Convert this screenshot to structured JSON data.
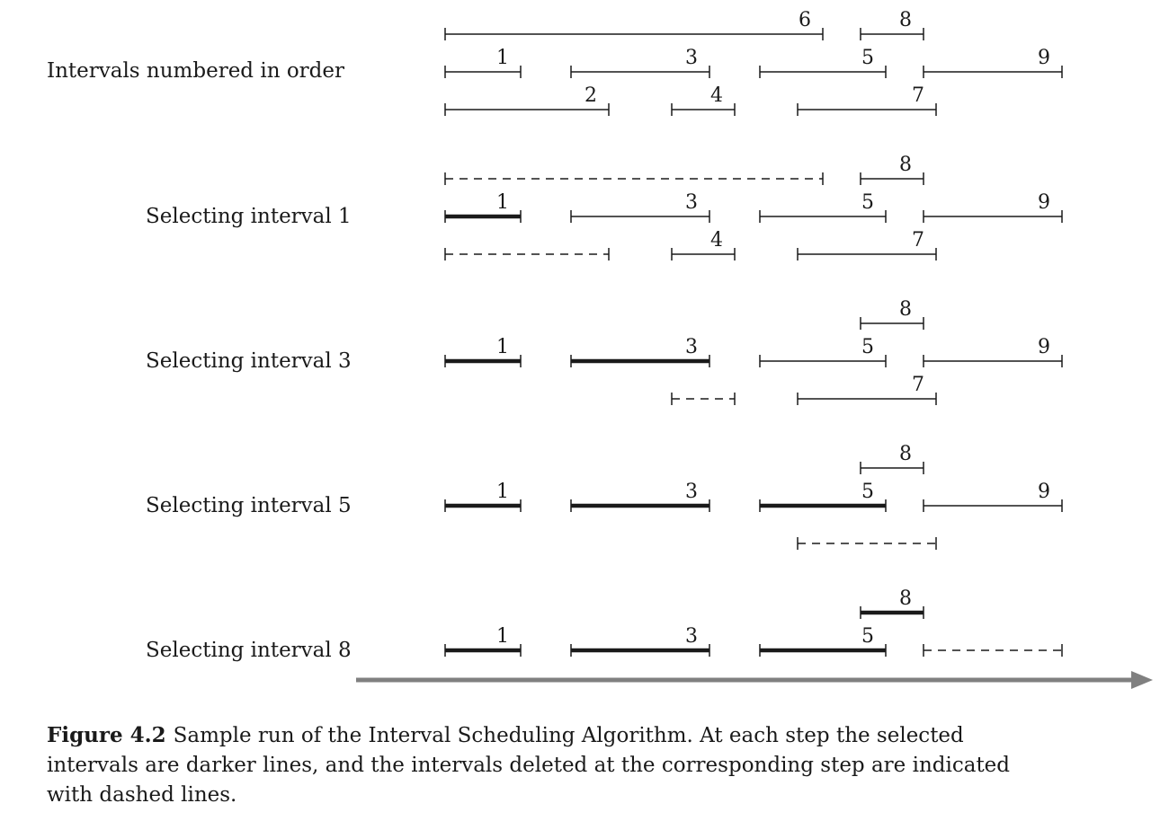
{
  "rows": [
    {
      "label": "Intervals numbered in order",
      "intervals": [
        {
          "num": "6",
          "start": 0,
          "end": 30,
          "style": "normal",
          "line": 0
        },
        {
          "num": "8",
          "start": 33,
          "end": 38,
          "style": "normal",
          "line": 0
        },
        {
          "num": "1",
          "start": 0,
          "end": 6,
          "style": "normal",
          "line": 1
        },
        {
          "num": "3",
          "start": 10,
          "end": 21,
          "style": "normal",
          "line": 1
        },
        {
          "num": "5",
          "start": 25,
          "end": 35,
          "style": "normal",
          "line": 1
        },
        {
          "num": "9",
          "start": 38,
          "end": 49,
          "style": "normal",
          "line": 1
        },
        {
          "num": "2",
          "start": 0,
          "end": 13,
          "style": "normal",
          "line": 2
        },
        {
          "num": "4",
          "start": 18,
          "end": 23,
          "style": "normal",
          "line": 2
        },
        {
          "num": "7",
          "start": 28,
          "end": 39,
          "style": "normal",
          "line": 2
        }
      ]
    },
    {
      "label": "Selecting interval 1",
      "intervals": [
        {
          "num": "",
          "start": 0,
          "end": 30,
          "style": "dashed",
          "line": 0
        },
        {
          "num": "8",
          "start": 33,
          "end": 38,
          "style": "normal",
          "line": 0
        },
        {
          "num": "1",
          "start": 0,
          "end": 6,
          "style": "selected",
          "line": 1
        },
        {
          "num": "3",
          "start": 10,
          "end": 21,
          "style": "normal",
          "line": 1
        },
        {
          "num": "5",
          "start": 25,
          "end": 35,
          "style": "normal",
          "line": 1
        },
        {
          "num": "9",
          "start": 38,
          "end": 49,
          "style": "normal",
          "line": 1
        },
        {
          "num": "",
          "start": 0,
          "end": 13,
          "style": "dashed",
          "line": 2
        },
        {
          "num": "4",
          "start": 18,
          "end": 23,
          "style": "normal",
          "line": 2
        },
        {
          "num": "7",
          "start": 28,
          "end": 39,
          "style": "normal",
          "line": 2
        }
      ]
    },
    {
      "label": "Selecting interval 3",
      "intervals": [
        {
          "num": "8",
          "start": 33,
          "end": 38,
          "style": "normal",
          "line": 0
        },
        {
          "num": "1",
          "start": 0,
          "end": 6,
          "style": "selected",
          "line": 1
        },
        {
          "num": "3",
          "start": 10,
          "end": 21,
          "style": "selected",
          "line": 1
        },
        {
          "num": "5",
          "start": 25,
          "end": 35,
          "style": "normal",
          "line": 1
        },
        {
          "num": "9",
          "start": 38,
          "end": 49,
          "style": "normal",
          "line": 1
        },
        {
          "num": "",
          "start": 18,
          "end": 23,
          "style": "dashed",
          "line": 2
        },
        {
          "num": "7",
          "start": 28,
          "end": 39,
          "style": "normal",
          "line": 2
        }
      ]
    },
    {
      "label": "Selecting interval 5",
      "intervals": [
        {
          "num": "8",
          "start": 33,
          "end": 38,
          "style": "normal",
          "line": 0
        },
        {
          "num": "1",
          "start": 0,
          "end": 6,
          "style": "selected",
          "line": 1
        },
        {
          "num": "3",
          "start": 10,
          "end": 21,
          "style": "selected",
          "line": 1
        },
        {
          "num": "5",
          "start": 25,
          "end": 35,
          "style": "selected",
          "line": 1
        },
        {
          "num": "9",
          "start": 38,
          "end": 49,
          "style": "normal",
          "line": 1
        },
        {
          "num": "",
          "start": 28,
          "end": 39,
          "style": "dashed",
          "line": 2
        }
      ]
    },
    {
      "label": "Selecting interval 8",
      "intervals": [
        {
          "num": "8",
          "start": 33,
          "end": 38,
          "style": "selected",
          "line": 0
        },
        {
          "num": "1",
          "start": 0,
          "end": 6,
          "style": "selected",
          "line": 1
        },
        {
          "num": "3",
          "start": 10,
          "end": 21,
          "style": "selected",
          "line": 1
        },
        {
          "num": "5",
          "start": 25,
          "end": 35,
          "style": "selected",
          "line": 1
        },
        {
          "num": "",
          "start": 38,
          "end": 49,
          "style": "dashed",
          "line": 1
        }
      ]
    }
  ],
  "caption": {
    "figure_label": "Figure 4.2",
    "text": "Sample run of the Interval Scheduling Algorithm. At each step the selected intervals are darker lines, and the intervals deleted at the corresponding step are indicated with dashed lines."
  },
  "colors": {
    "line": "#1a1a1a",
    "arrow": "#808080"
  }
}
